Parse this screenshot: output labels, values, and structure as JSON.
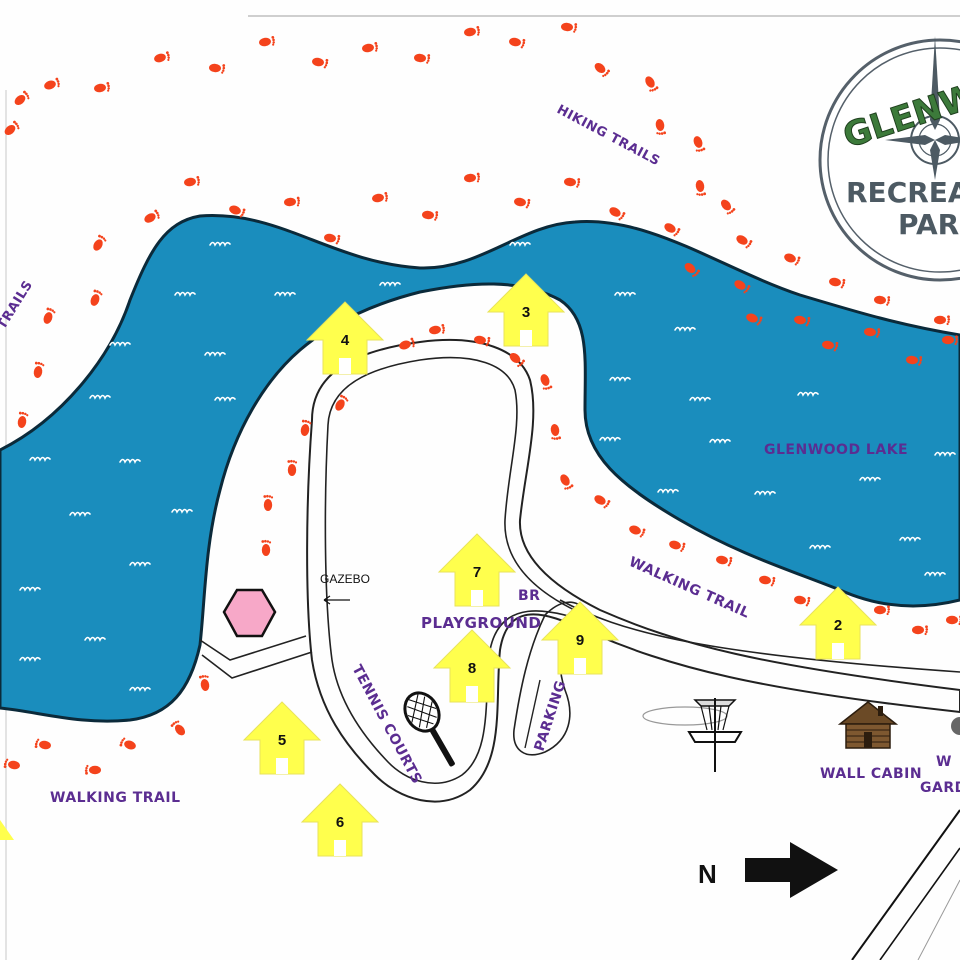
{
  "map": {
    "labels": {
      "hiking_trails": "HIKING TRAILS",
      "trails_left": "TRAILS",
      "lake": "GLENWOOD LAKE",
      "walking_trail_right": "WALKING TRAIL",
      "walking_trail_left": "WALKING TRAIL",
      "gazebo": "GAZEBO",
      "br": "BR",
      "playground": "PLAYGROUND",
      "tennis_courts": "TENNIS COURTS",
      "parking": "PARKING",
      "wall_cabin": "WALL CABIN",
      "garden_partial_1": "W",
      "garden_partial_2": "GARD"
    },
    "logo": {
      "title_partial": "GLENW",
      "line1_partial": "RECREAT",
      "line2_partial": "PAR"
    },
    "pavilions": [
      "2",
      "3",
      "4",
      "5",
      "6",
      "7",
      "8",
      "9"
    ],
    "compass_label": "N",
    "icons": [
      "gazebo-hexagon",
      "tennis-racket-icon",
      "disc-golf-basket-icon",
      "log-cabin-icon",
      "north-arrow-icon",
      "compass-rose-icon",
      "footprint-trail"
    ],
    "colors": {
      "lake": "#1a8dbd",
      "footprints": "#f4431c",
      "pavilion": "#ffff4d",
      "label": "#5b2d91",
      "gazebo": "#f7a8c8",
      "logo_green": "#3c7a3a",
      "logo_gray": "#4d5a63"
    }
  }
}
